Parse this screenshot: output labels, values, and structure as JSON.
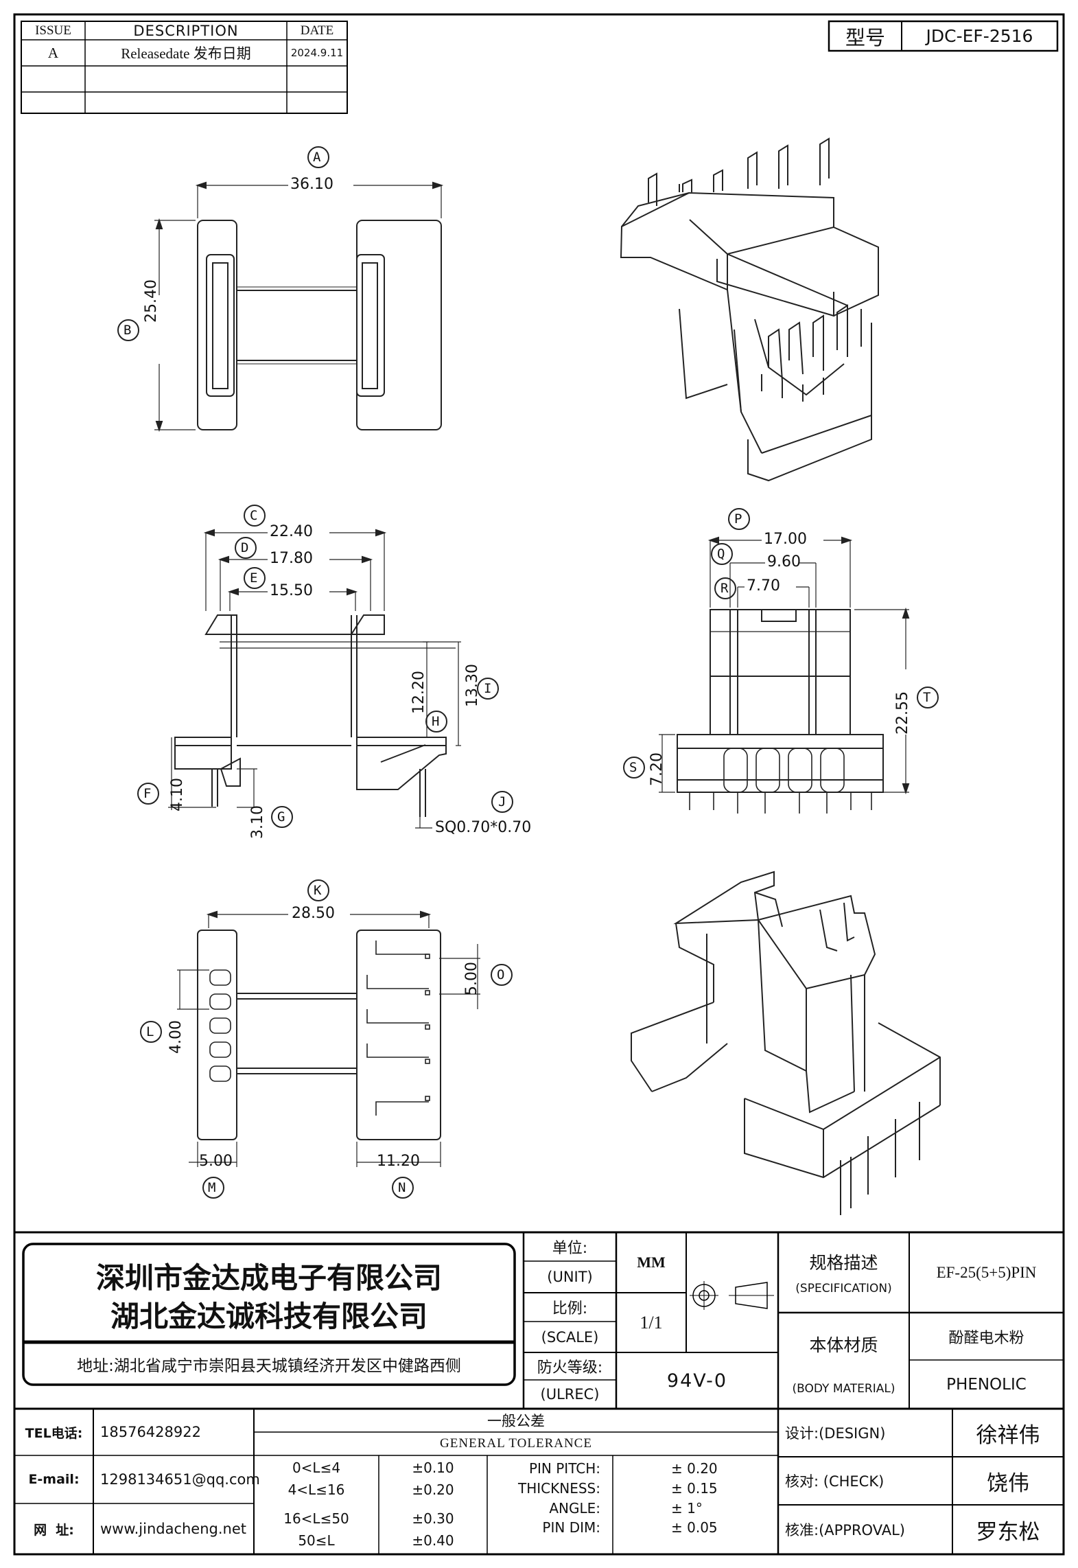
{
  "revision_table": {
    "headers": [
      "ISSUE",
      "DESCRIPTION",
      "DATE"
    ],
    "rows": [
      [
        "A",
        "Releasedate 发布日期",
        "2024.9.11"
      ],
      [
        "",
        "",
        ""
      ],
      [
        "",
        "",
        ""
      ]
    ]
  },
  "model_box": {
    "label": "型号",
    "value": "JDC-EF-2516"
  },
  "dimensions": {
    "A": "36.10",
    "B": "25.40",
    "C": "22.40",
    "D": "17.80",
    "E": "15.50",
    "F": "4.10",
    "G": "3.10",
    "H": "12.20",
    "I": "13.30",
    "J": "SQ0.70*0.70",
    "K": "28.50",
    "L": "4.00",
    "M": "5.00",
    "N": "11.20",
    "O": "5.00",
    "P": "17.00",
    "Q": "9.60",
    "R": "7.70",
    "S": "7.20",
    "T": "22.55"
  },
  "title_block": {
    "company1": "深圳市金达成电子有限公司",
    "company2": "湖北金达诚科技有限公司",
    "address": "地址:湖北省咸宁市崇阳县天城镇经济开发区中健路西侧",
    "unit_label": "单位:",
    "unit_label_en": "(UNIT)",
    "unit_value": "MM",
    "scale_label": "比例:",
    "scale_label_en": "(SCALE)",
    "scale_value": "1/1",
    "ul_label": "防火等级:",
    "ul_label_en": "(ULREC)",
    "ul_value": "94V-0",
    "spec_label": "规格描述",
    "spec_label_en": "(SPECIFICATION)",
    "spec_value": "EF-25(5+5)PIN",
    "material_label": "本体材质",
    "material_label_en": "(BODY MATERIAL)",
    "material_value": "酚醛电木粉",
    "material_value_en": "PHENOLIC",
    "tel_label": "TEL电话:",
    "tel_value": "18576428922",
    "email_label": "E-mail:",
    "email_value": "1298134651@qq.com",
    "web_label": "网  址:",
    "web_value": "www.jindacheng.net",
    "tol_title": "一般公差",
    "tol_title_en": "GENERAL TOLERANCE",
    "tol_ranges": [
      "0<L≤4",
      "4<L≤16",
      "16<L≤50",
      "50≤L"
    ],
    "tol_values": [
      "±0.10",
      "±0.20",
      "±0.30",
      "±0.40"
    ],
    "tol_params": [
      "PIN PITCH:",
      "THICKNESS:",
      "ANGLE:",
      "PIN DIM:"
    ],
    "tol_param_values": [
      "± 0.20",
      "± 0.15",
      "± 1°",
      "± 0.05"
    ],
    "design_label": "设计:(DESIGN)",
    "design_value": "徐祥伟",
    "check_label": "核对: (CHECK)",
    "check_value": "饶伟",
    "approval_label": "核准:(APPROVAL)",
    "approval_value": "罗东松"
  }
}
